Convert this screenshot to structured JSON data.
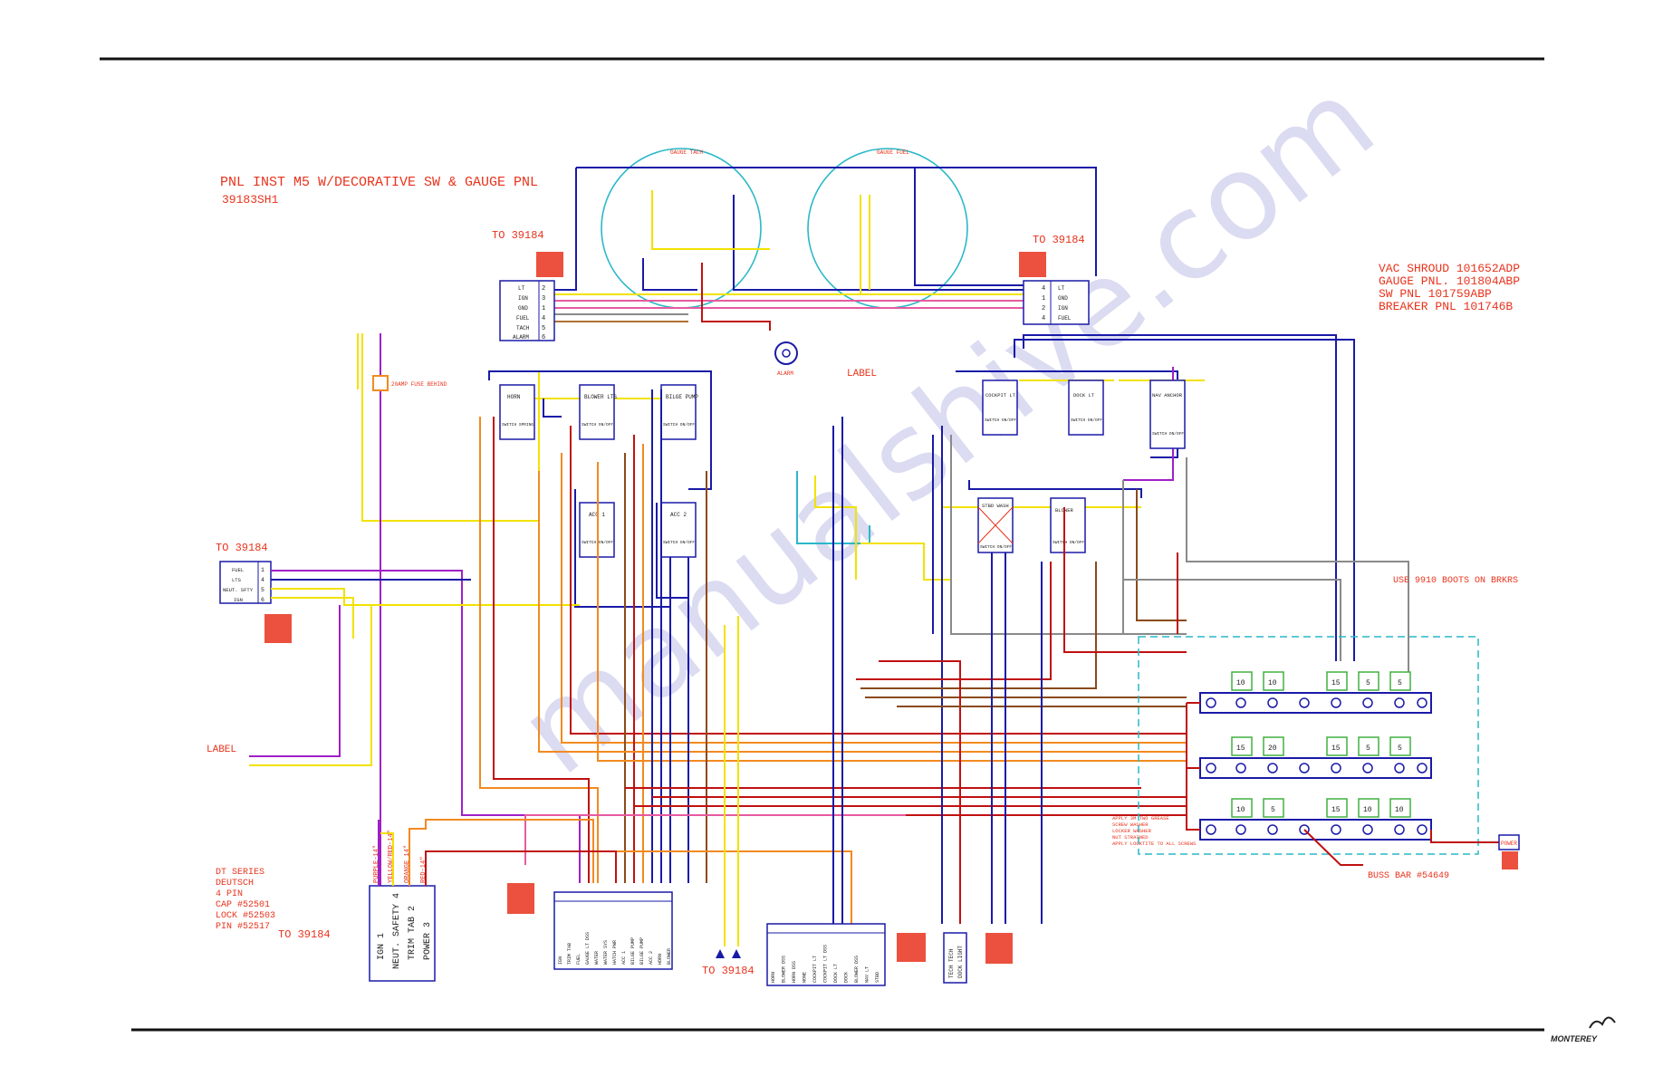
{
  "title": {
    "line1": "PNL INST   M5  W/DECORATIVE SW & GAUGE PNL",
    "line2": "39183SH1"
  },
  "parts": {
    "line1": "VAC SHROUD 101652ADP",
    "line2": "GAUGE PNL. 101804ABP",
    "line3": "SW PNL 101759ABP",
    "line4": "BREAKER PNL 101746B"
  },
  "to_labels": {
    "top_left": "TO 39184",
    "top_right": "TO 39184",
    "left": "TO 39184",
    "bottom_ign": "TO 39184",
    "bottom_center": "TO 39184"
  },
  "boot_note": "USE 9910 BOOTS ON BRKRS",
  "buss_bar": "BUSS BAR #54649",
  "label_left": "LABEL",
  "label_center": "LABEL",
  "deutsch_note": {
    "l1": "DT SERIES",
    "l2": "DEUTSCH",
    "l3": "4 PIN",
    "l4": "CAP #52501",
    "l5": "LOCK #52503",
    "l6": "PIN #52517"
  },
  "ign_plug": {
    "r1": "IGN  1",
    "r2": "NEUT. SAFETY  4",
    "r3": "TRIM TAB  2",
    "r4": "POWER  3"
  },
  "ign_wires": {
    "w1": "PURPLE-14\"",
    "w2": "YELLOW/RED-14\"",
    "w3": "ORANGE 14\"",
    "w4": "RED-14\""
  },
  "plug_left": [
    "LT",
    "IGN",
    "GND",
    "FUEL",
    "TACH",
    "ALARM"
  ],
  "plug_left_nums": [
    "2",
    "3",
    "1",
    "4",
    "5",
    "6"
  ],
  "plug_right": [
    "LT",
    "GND",
    "IGN",
    "FUEL"
  ],
  "plug_right_nums": [
    "4",
    "1",
    "2",
    "4"
  ],
  "plug_fwd": [
    "FUEL",
    "LTS",
    "NEUT. SFTY",
    "IGN"
  ],
  "plug_fwd_nums": [
    "1",
    "4",
    "5",
    "6"
  ],
  "gauges": {
    "left": "GAUGE TACH",
    "right": "GAUGE FUEL"
  },
  "alarm_label": "ALARM",
  "fuse_label": "20AMP FUSE BEHIND",
  "switches_left": [
    {
      "label": "HORN",
      "sub": "SWITCH SPRING"
    },
    {
      "label": "BLOWER LTS",
      "sub": "SWITCH ON/OFF"
    },
    {
      "label": "BILGE PUMP",
      "sub": "SWITCH ON/OFF"
    },
    {
      "label": "ACC 1",
      "sub": "SWITCH ON/OFF"
    },
    {
      "label": "ACC 2",
      "sub": "SWITCH ON/OFF"
    }
  ],
  "switches_right": [
    {
      "label": "COCKPIT LT",
      "sub": "SWITCH ON/OFF"
    },
    {
      "label": "DOCK LT",
      "sub": "SWITCH ON/OFF"
    },
    {
      "label": "NAV ANCHOR",
      "sub": "SWITCH ON/OFF"
    },
    {
      "label": "STBD WASH",
      "sub": "SWITCH ON/OFF"
    },
    {
      "label": "BLOWER",
      "sub": "SWITCH ON/OFF"
    }
  ],
  "breaker_rows": [
    [
      "10",
      "10",
      "",
      "15",
      "5",
      "5"
    ],
    [
      "15",
      "20",
      "",
      "15",
      "5",
      "5"
    ],
    [
      "10",
      "5",
      "",
      "15",
      "10",
      "10"
    ]
  ],
  "apply_note": {
    "l1": "APPLY 3M TWO GREASE",
    "l2": "SCREW WASHER",
    "l3": "LOCKER WASHER",
    "l4": "NUT STRAINED",
    "l5": "APPLY LOCKTITE TO ALL SCREWS"
  },
  "power_label": "POWER",
  "bottom_plug1_rows": [
    "IGN",
    "TRIM TAB",
    "FUEL",
    "GAUGE LT DSS",
    "WATER",
    "WATER SYS",
    "HATCH PWR",
    "ACC 1",
    "BILGE PUMP",
    "BILGE PUMP",
    "ACC 2",
    "HORN",
    "BLOWER"
  ],
  "bottom_plug2_rows": [
    "HORN",
    "BLOWER DSS",
    "HORN DSS",
    "NONE",
    "COCKPIT LT",
    "COCKPIT LT DSS",
    "DOCK LT",
    "DOCK",
    "BLOWER DSS",
    "NAV LT",
    "STBD"
  ],
  "bottom_plug3_rows": [
    "TECH TECH",
    "DOCK LIGHT"
  ],
  "logo": "MONTEREY",
  "watermark": "manualshive.com",
  "colors": {
    "red_text": "#e8331c",
    "blue": "#1a1aa8",
    "purple": "#a020c8",
    "yellow": "#f2e200",
    "orange": "#f28a20",
    "pink": "#e65aa0",
    "brown": "#8a4a1a",
    "cyan": "#2ab8c8",
    "green": "#40b040",
    "gray": "#8a8a8a",
    "dkred": "#c01010"
  }
}
